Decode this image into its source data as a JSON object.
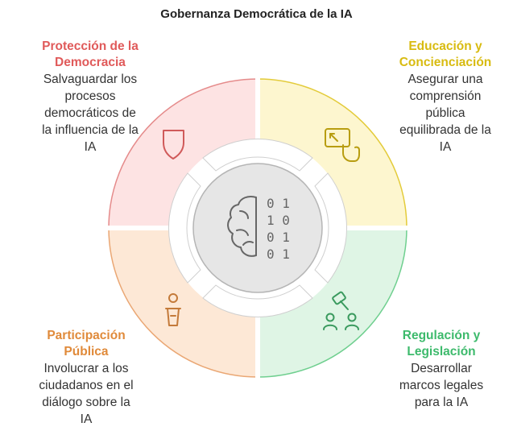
{
  "title": "Gobernanza Democrática de la IA",
  "quadrants": [
    {
      "id": "tl",
      "heading_lines": [
        "Protección de la",
        "Democracia"
      ],
      "desc_lines": [
        "Salvaguardar los",
        "procesos",
        "democráticos de",
        "la influencia de la",
        "IA"
      ],
      "icon": "shield-icon",
      "color": "#e05a5a",
      "fill": "#fde3e3",
      "stroke": "#e58b8b"
    },
    {
      "id": "tr",
      "heading_lines": [
        "Educación y",
        "Concienciación"
      ],
      "desc_lines": [
        "Asegurar una",
        "comprensión",
        "pública",
        "equilibrada de la",
        "IA"
      ],
      "icon": "touchscreen-icon",
      "color": "#d8bb10",
      "fill": "#fdf6cf",
      "stroke": "#e3cb3a"
    },
    {
      "id": "bl",
      "heading_lines": [
        "Participación",
        "Pública"
      ],
      "desc_lines": [
        "Involucrar a los",
        "ciudadanos en el",
        "diálogo sobre la",
        "IA"
      ],
      "icon": "speaker-podium-icon",
      "color": "#e08a3a",
      "fill": "#fde8d6",
      "stroke": "#eaa774"
    },
    {
      "id": "br",
      "heading_lines": [
        "Regulación y",
        "Legislación"
      ],
      "desc_lines": [
        "Desarrollar",
        "marcos legales",
        "para la IA"
      ],
      "icon": "gavel-people-icon",
      "color": "#3dba6c",
      "fill": "#dff5e5",
      "stroke": "#6fcf8f"
    }
  ],
  "center": {
    "icon": "brain-binary-icon",
    "binary_rows": [
      "0 1",
      "1 0",
      "0 1",
      "0 1"
    ],
    "fill": "#e6e6e6",
    "stroke": "#b5b5b5"
  }
}
